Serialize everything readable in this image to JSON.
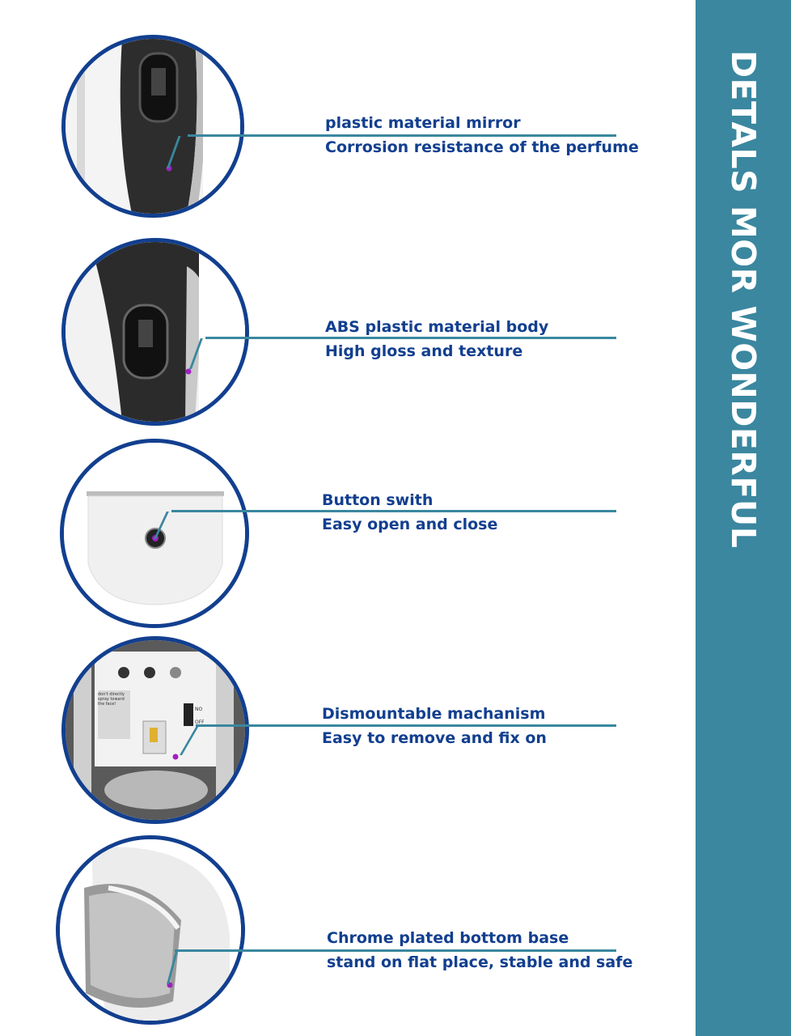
{
  "sidebar": {
    "title": "DETALS MOR WONDERFUL"
  },
  "features": [
    {
      "title": "plastic material mirror",
      "desc": "Corrosion resistance of the perfume"
    },
    {
      "title": "ABS plastic material body",
      "desc": "High gloss and texture"
    },
    {
      "title": "Button swith",
      "desc": "Easy open and close"
    },
    {
      "title": "Dismountable machanism",
      "desc": "Easy to remove and fix on",
      "sticker_text": "don't directly spray toward the face!",
      "switch_on": "NO",
      "switch_off": "OFF"
    },
    {
      "title": "Chrome plated bottom base",
      "desc": "stand on flat place, stable and safe"
    }
  ],
  "colors": {
    "accent": "#3a879f",
    "text": "#123f8f",
    "marker": "#a020c0"
  }
}
